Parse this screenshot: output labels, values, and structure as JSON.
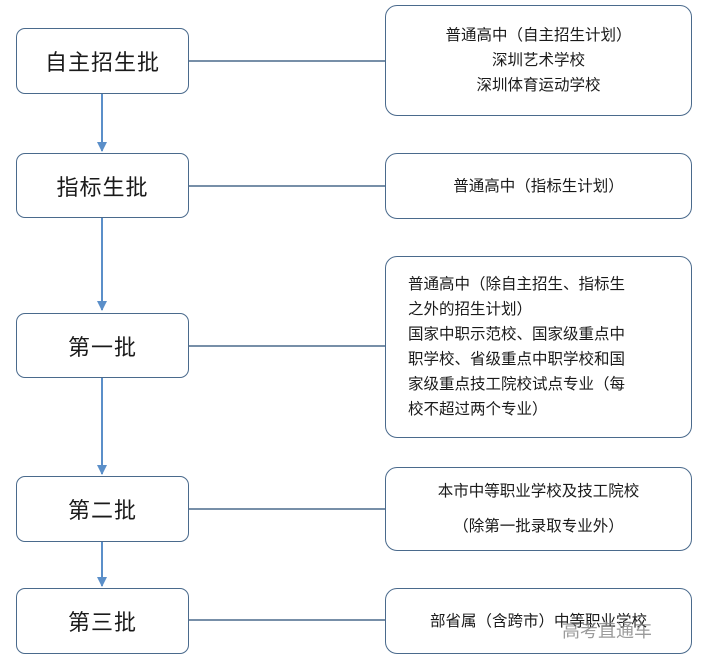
{
  "batches": [
    {
      "label": "自主招生批",
      "details": [
        "普通高中（自主招生计划）",
        "深圳艺术学校",
        "深圳体育运动学校"
      ]
    },
    {
      "label": "指标生批",
      "details": [
        "普通高中（指标生计划）"
      ]
    },
    {
      "label": "第一批",
      "details": [
        "普通高中（除自主招生、指标生",
        "之外的招生计划）",
        "国家中职示范校、国家级重点中",
        "职学校、省级重点中职学校和国",
        "家级重点技工院校试点专业（每",
        "校不超过两个专业）"
      ]
    },
    {
      "label": "第二批",
      "details": [
        "本市中等职业学校及技工院校",
        "（除第一批录取专业外）"
      ]
    },
    {
      "label": "第三批",
      "details": [
        "部省属（含跨市）中等职业学校"
      ]
    }
  ],
  "watermark": "高考直通车",
  "colors": {
    "line": "#4a6a8c",
    "arrow": "#5b8fc9"
  }
}
